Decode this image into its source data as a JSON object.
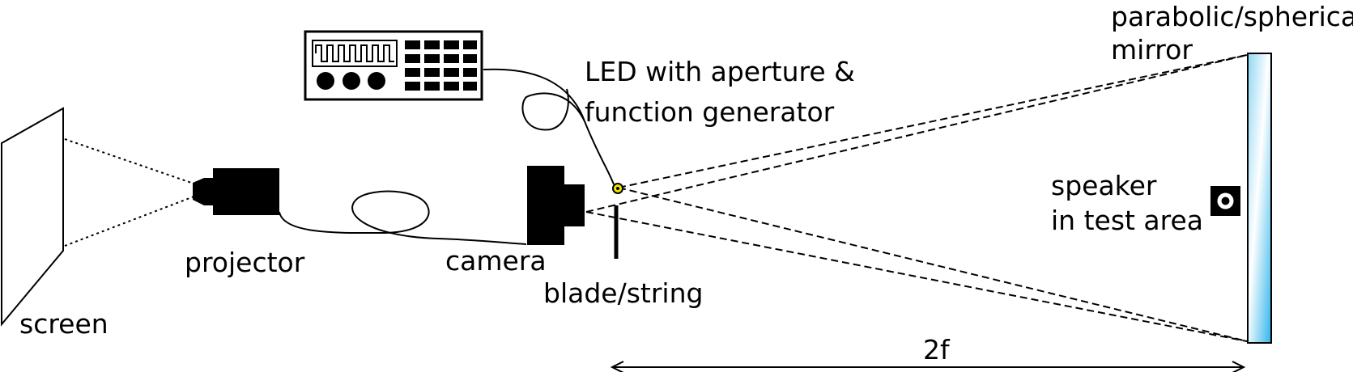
{
  "labels": {
    "screen": "screen",
    "projector": "projector",
    "camera": "camera",
    "blade": "blade/string",
    "led_line1": "LED with aperture &",
    "led_line2": "function generator",
    "mirror_line1": "parabolic/spherical",
    "mirror_line2": "mirror",
    "speaker_line1": "speaker",
    "speaker_line2": "in test area",
    "distance": "2f"
  },
  "colors": {
    "ink": "#000000",
    "led": "#f2e600",
    "mirror_light": "#ffffff",
    "mirror_dark": "#2fb4ea"
  },
  "icons": {
    "screen": "screen-panel-icon",
    "projector": "projector-icon",
    "camera": "camera-icon",
    "function_generator": "function-generator-icon",
    "led": "led-icon",
    "blade": "blade-icon",
    "speaker": "speaker-icon",
    "mirror": "mirror-icon"
  }
}
